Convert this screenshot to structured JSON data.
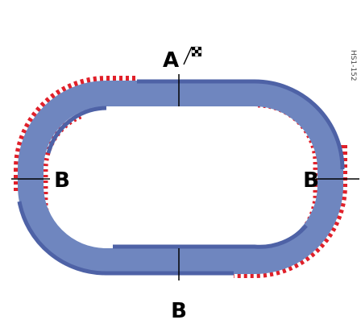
{
  "diagram": {
    "labels": {
      "finish_line": "A",
      "left_marker": "B",
      "right_marker": "B",
      "bottom_marker": "B"
    },
    "figure_code": "HS1-152",
    "colors": {
      "track": "#6f86bf",
      "track_edge": "#4e62a6",
      "curb_red": "#e0202a",
      "curb_white": "#ffffff",
      "marker_line": "#000000"
    },
    "icons": {
      "finish": "checkered-flag-icon"
    }
  }
}
